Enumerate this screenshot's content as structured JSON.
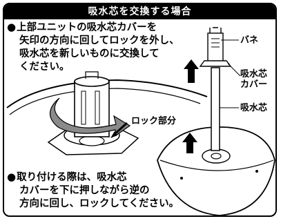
{
  "title": "吸水芯を交換する場合",
  "instruction1": {
    "bullet": "●",
    "lines": [
      "上部ユニットの吸水芯カバーを",
      "矢印の方向に回してロックを外し、",
      "吸水芯を新しいものに交換して",
      "ください。"
    ]
  },
  "instruction2": {
    "bullet": "●",
    "lines": [
      "取り付ける際は、吸水芯",
      "カバーを下に押しながら逆の",
      "方向に回し、ロックしてください。"
    ]
  },
  "labels": {
    "lock_part": "ロック部分",
    "spring": "バネ",
    "wick_cover_line1": "吸水芯",
    "wick_cover_line2": "カバー",
    "wick": "吸水芯"
  }
}
